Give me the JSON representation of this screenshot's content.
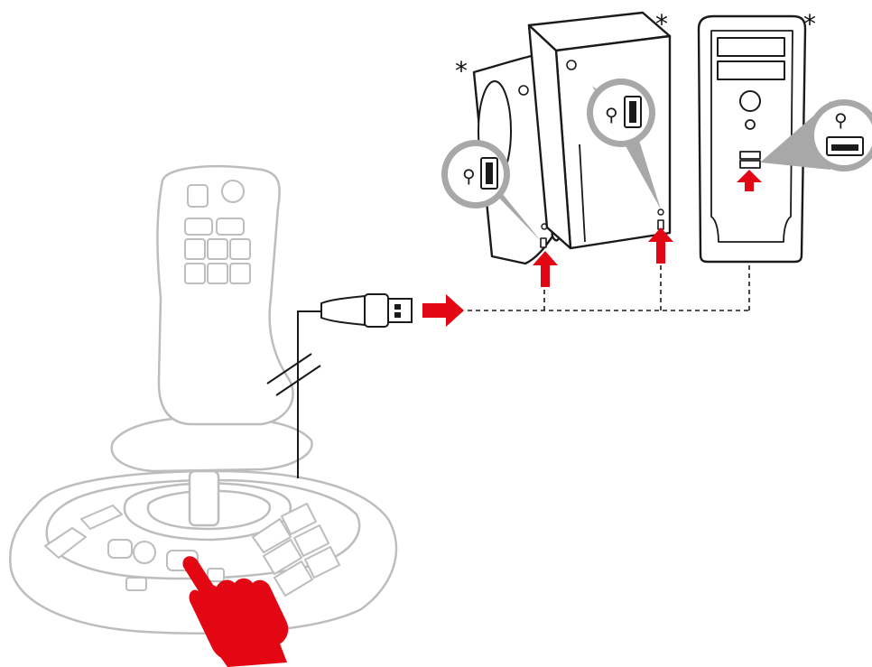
{
  "figure": {
    "asterisk_marks": [
      "*",
      "*",
      "*"
    ],
    "icons": [
      "joystick-device",
      "usb-plug",
      "usb-symbol",
      "red-arrow",
      "pointing-hand",
      "game-console-slim",
      "game-console-tower",
      "pc-tower"
    ],
    "colors": {
      "line": "#1a1a1a",
      "faded_line": "#bdbdbd",
      "accent_red": "#e30613",
      "callout_gray": "#a8a8a8"
    }
  }
}
